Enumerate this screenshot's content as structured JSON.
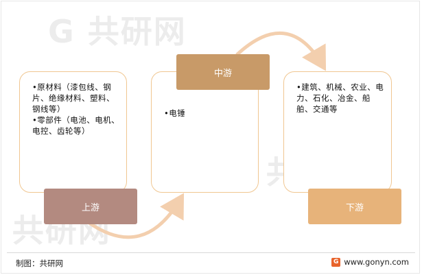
{
  "diagram": {
    "upstream": {
      "label": "上游",
      "items": [
        "•原材料（漆包线、钢片、绝缘材料、塑料、钢线等）",
        "•零部件（电池、电机、电控、齿轮等）"
      ]
    },
    "midstream": {
      "label": "中游",
      "items": [
        "•电锤"
      ]
    },
    "downstream": {
      "label": "下游",
      "items": [
        "•建筑、机械、农业、电力、石化、冶金、船舶、交通等"
      ]
    }
  },
  "footer": {
    "source": "制图：共研网",
    "website": "www.gonyn.com",
    "logo_icon": "gonyn-logo-icon"
  },
  "watermark_text": "共研网",
  "colors": {
    "upstream_label": "#b38a80",
    "midstream_label": "#c89a68",
    "downstream_label": "#e7b37a",
    "box_border": "#f0c690",
    "arrow": "#f3cfae"
  }
}
